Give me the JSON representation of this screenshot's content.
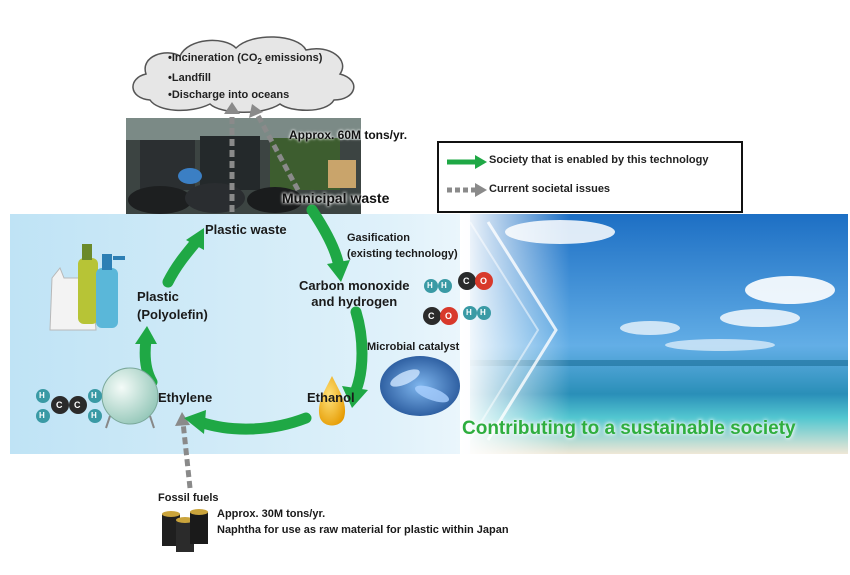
{
  "cloud": {
    "items": [
      {
        "text_a": "Incineration (CO",
        "text_sub": "2",
        "text_b": " emissions)"
      },
      {
        "text": "Landfill"
      },
      {
        "text": "Discharge into oceans"
      }
    ]
  },
  "waste": {
    "amount": "Approx. 60M tons/yr.",
    "municipal": "Municipal waste",
    "plastic_waste": "Plastic waste"
  },
  "legend": {
    "green": "Society that is enabled by this technology",
    "gray": "Current societal issues"
  },
  "cycle": {
    "gasification_line1": "Gasification",
    "gasification_line2": "(existing technology)",
    "co_h2_line1": "Carbon monoxide",
    "co_h2_line2": "and hydrogen",
    "microbial": "Microbial catalyst",
    "ethanol": "Ethanol",
    "ethylene": "Ethylene",
    "plastic_line1": "Plastic",
    "plastic_line2": "(Polyolefin)"
  },
  "molecules": {
    "h": "H",
    "c": "C",
    "o": "O"
  },
  "mission": "Contributing to a sustainable society",
  "fossil": {
    "title": "Fossil fuels",
    "amount": "Approx. 30M tons/yr.",
    "note": "Naphtha for use as raw material for plastic within Japan"
  },
  "colors": {
    "green_arrow": "#1fa845",
    "gray_arrow": "#8a8a8a",
    "mission_text": "#2fae3f"
  }
}
